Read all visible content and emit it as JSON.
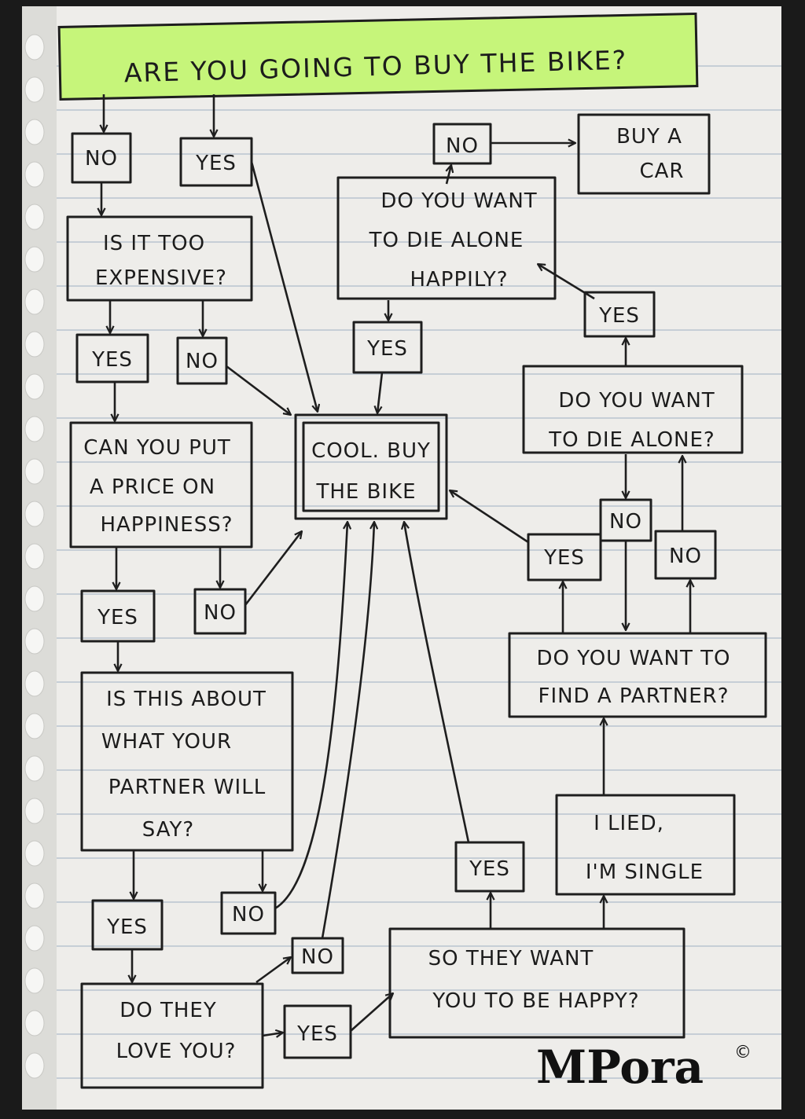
{
  "colors": {
    "title_highlight": "#c6f57a",
    "paper": "#eeedea",
    "rule_line": "#b9c4cf",
    "ink": "#1e1e1e",
    "margin": "#d7d7d4"
  },
  "title": "ARE YOU GOING TO BUY THE BIKE?",
  "nodes": {
    "too_expensive": [
      "IS IT TOO",
      "EXPENSIVE?"
    ],
    "price_happiness": [
      "CAN YOU PUT",
      "A PRICE ON",
      "HAPPINESS?"
    ],
    "about_partner": [
      "IS THIS ABOUT",
      "WHAT YOUR",
      "PARTNER WILL",
      "SAY?"
    ],
    "love_you": [
      "DO THEY",
      "LOVE YOU?"
    ],
    "want_happy": [
      "SO THEY WANT",
      "YOU TO BE HAPPY?"
    ],
    "buy_bike": [
      "COOL. BUY",
      "THE BIKE"
    ],
    "die_alone_happily": [
      "DO YOU WANT",
      "TO DIE ALONE",
      "HAPPILY?"
    ],
    "buy_car": [
      "BUY A",
      "CAR"
    ],
    "die_alone": [
      "DO YOU WANT",
      "TO DIE ALONE?"
    ],
    "find_partner": [
      "DO YOU WANT TO",
      "FIND A PARTNER?"
    ],
    "lied_single": [
      "I LIED,",
      "I'M SINGLE"
    ]
  },
  "answers": {
    "q1_no": "NO",
    "q1_yes": "YES",
    "q2_yes": "YES",
    "q2_no": "NO",
    "q3_yes": "YES",
    "q3_no": "NO",
    "q4_yes": "YES",
    "q4_no": "NO",
    "q5_no": "NO",
    "q5_yes": "YES",
    "q6_yes": "YES",
    "dah_no": "NO",
    "dah_yes": "YES",
    "da_yes": "YES",
    "da_no": "NO",
    "fp_yes": "YES",
    "fp_no": "NO"
  },
  "logo": {
    "name": "MPora",
    "mark": "©"
  }
}
